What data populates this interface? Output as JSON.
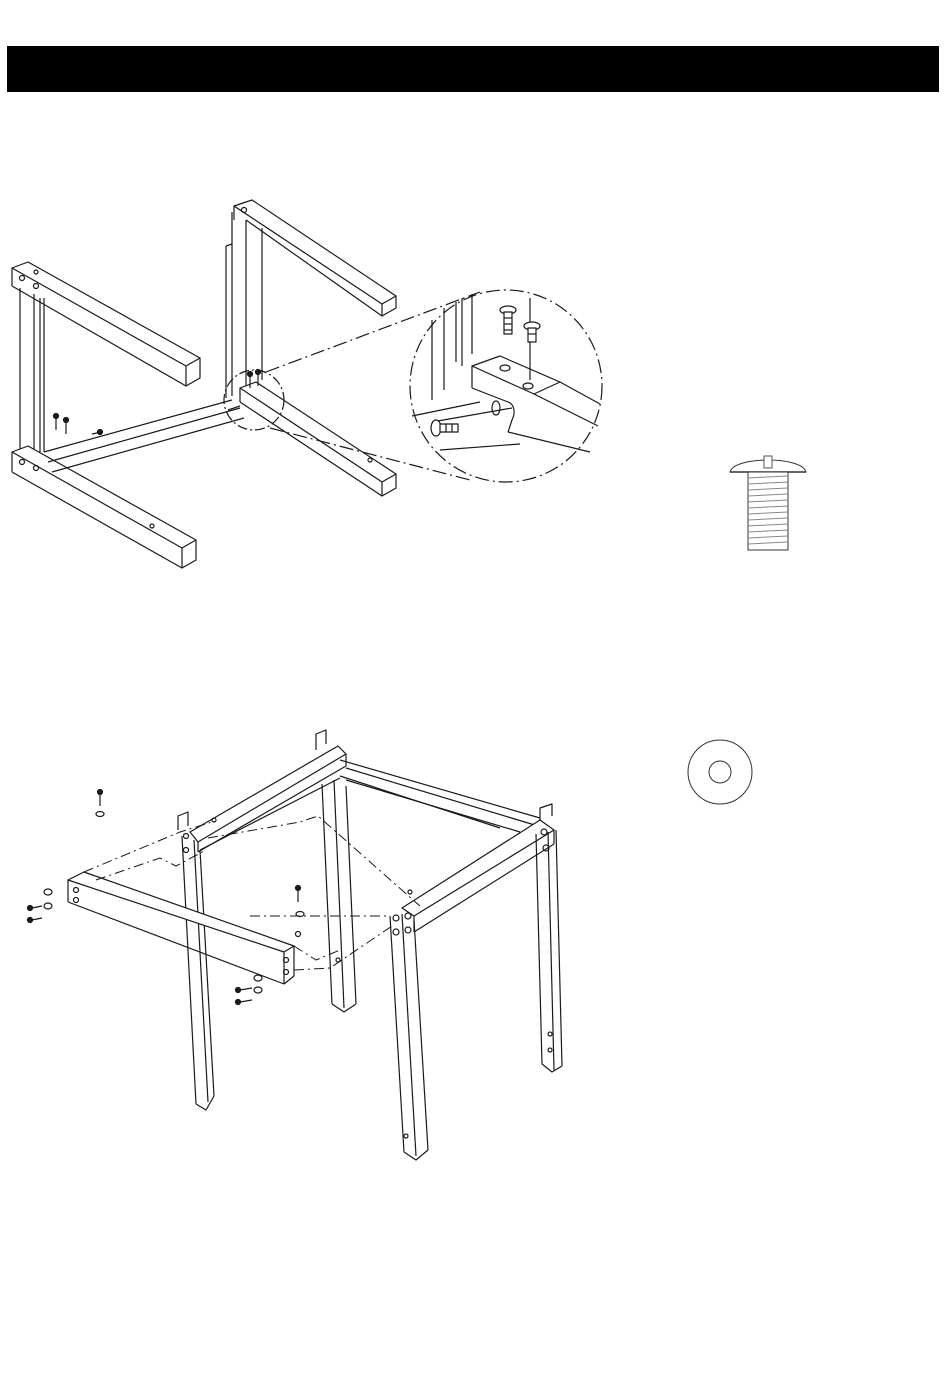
{
  "page": {
    "background": "#ffffff",
    "header_bar_color": "#000000",
    "line_color": "#1a1a1a"
  },
  "figures": [
    {
      "id": "step-frame-assembly",
      "icon": "frame-assembly-icon"
    },
    {
      "id": "detail-callout",
      "icon": "magnified-joint-icon"
    },
    {
      "id": "hardware-bolt",
      "icon": "bolt-icon"
    },
    {
      "id": "step-leg-assembly",
      "icon": "leg-assembly-icon"
    },
    {
      "id": "hardware-washer",
      "icon": "washer-icon"
    }
  ]
}
